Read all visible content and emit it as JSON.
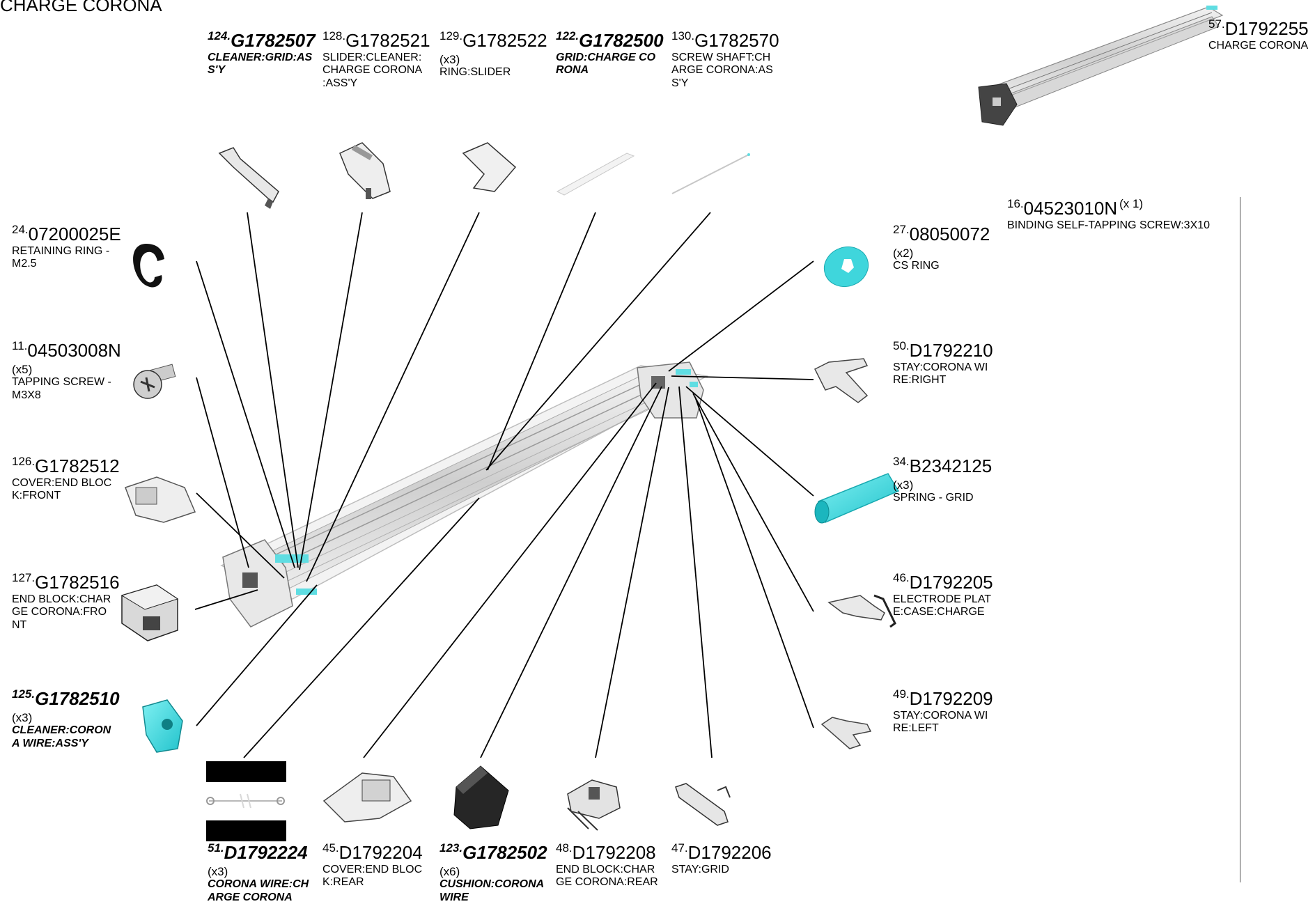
{
  "title": "CHARGE CORONA",
  "colors": {
    "accent": "#3fd6dc",
    "line": "#000000",
    "body": "#dcdcdc"
  },
  "parts": [
    {
      "id": "p124",
      "no": "124.",
      "pn": "G1782507",
      "bold": true,
      "qty": "",
      "desc": "CLEANER:GRID:AS\nS'Y"
    },
    {
      "id": "p128",
      "no": "128.",
      "pn": "G1782521",
      "bold": false,
      "qty": "",
      "desc": "SLIDER:CLEANER:\nCHARGE CORONA\n:ASS'Y"
    },
    {
      "id": "p129",
      "no": "129.",
      "pn": "G1782522",
      "bold": false,
      "qty": "(x3)",
      "desc": "RING:SLIDER"
    },
    {
      "id": "p122",
      "no": "122.",
      "pn": "G1782500",
      "bold": true,
      "qty": "",
      "desc": "GRID:CHARGE CO\nRONA"
    },
    {
      "id": "p130",
      "no": "130.",
      "pn": "G1782570",
      "bold": false,
      "qty": "",
      "desc": "SCREW SHAFT:CH\nARGE CORONA:AS\nS'Y"
    },
    {
      "id": "p57",
      "no": "57.",
      "pn": "D1792255",
      "bold": false,
      "qty": "",
      "desc": "CHARGE CORONA"
    },
    {
      "id": "p16",
      "no": "16.",
      "pn": "04523010N",
      "extra": "(x 1)",
      "bold": false,
      "qty": "",
      "desc": "BINDING SELF-TAPPING SCREW:3X10"
    },
    {
      "id": "p24",
      "no": "24.",
      "pn": "07200025E",
      "bold": false,
      "qty": "",
      "desc": "RETAINING RING -\nM2.5"
    },
    {
      "id": "p27",
      "no": "27.",
      "pn": "08050072",
      "bold": false,
      "qty": "(x2)",
      "desc": "CS RING"
    },
    {
      "id": "p11",
      "no": "11.",
      "pn": "04503008N",
      "bold": false,
      "qty": "(x5)",
      "desc": "TAPPING SCREW -\n M3X8"
    },
    {
      "id": "p50",
      "no": "50.",
      "pn": "D1792210",
      "bold": false,
      "qty": "",
      "desc": "STAY:CORONA WI\nRE:RIGHT"
    },
    {
      "id": "p126",
      "no": "126.",
      "pn": "G1782512",
      "bold": false,
      "qty": "",
      "desc": "COVER:END BLOC\nK:FRONT"
    },
    {
      "id": "p34",
      "no": "34.",
      "pn": "B2342125",
      "bold": false,
      "qty": "(x3)",
      "desc": "SPRING - GRID"
    },
    {
      "id": "p127",
      "no": "127.",
      "pn": "G1782516",
      "bold": false,
      "qty": "",
      "desc": "END BLOCK:CHAR\nGE CORONA:FRO\nNT"
    },
    {
      "id": "p46",
      "no": "46.",
      "pn": "D1792205",
      "bold": false,
      "qty": "",
      "desc": "ELECTRODE PLAT\nE:CASE:CHARGE"
    },
    {
      "id": "p125",
      "no": "125.",
      "pn": "G1782510",
      "bold": true,
      "qty": "(x3)",
      "desc": "CLEANER:CORON\nA WIRE:ASS'Y"
    },
    {
      "id": "p49",
      "no": "49.",
      "pn": "D1792209",
      "bold": false,
      "qty": "",
      "desc": "STAY:CORONA WI\nRE:LEFT"
    },
    {
      "id": "p51",
      "no": "51.",
      "pn": "D1792224",
      "bold": true,
      "qty": "(x3)",
      "desc": "CORONA WIRE:CH\nARGE CORONA"
    },
    {
      "id": "p45",
      "no": "45.",
      "pn": "D1792204",
      "bold": false,
      "qty": "",
      "desc": "COVER:END BLOC\nK:REAR"
    },
    {
      "id": "p123",
      "no": "123.",
      "pn": "G1782502",
      "bold": true,
      "qty": "(x6)",
      "desc": "CUSHION:CORONA\n WIRE"
    },
    {
      "id": "p48",
      "no": "48.",
      "pn": "D1792208",
      "bold": false,
      "qty": "",
      "desc": "END BLOCK:CHAR\nGE CORONA:REAR"
    },
    {
      "id": "p47",
      "no": "47.",
      "pn": "D1792206",
      "bold": false,
      "qty": "",
      "desc": "STAY:GRID"
    }
  ]
}
